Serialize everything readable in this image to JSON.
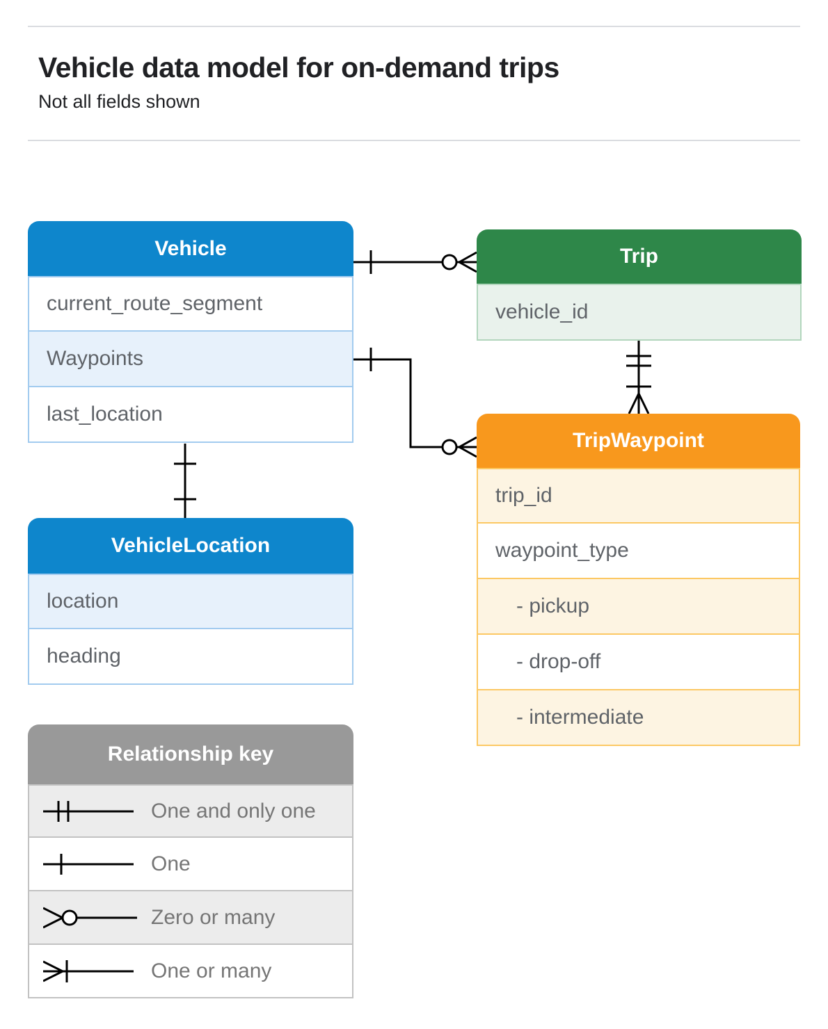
{
  "page": {
    "title": "Vehicle data model for on-demand trips",
    "subtitle": "Not all fields shown"
  },
  "entities": {
    "vehicle": {
      "title": "Vehicle",
      "fields": [
        "current_route_segment",
        "Waypoints",
        "last_location"
      ]
    },
    "trip": {
      "title": "Trip",
      "fields": [
        "vehicle_id"
      ]
    },
    "trip_waypoint": {
      "title": "TripWaypoint",
      "fields": [
        "trip_id",
        "waypoint_type",
        "- pickup",
        "- drop-off",
        "- intermediate"
      ]
    },
    "vehicle_location": {
      "title": "VehicleLocation",
      "fields": [
        "location",
        "heading"
      ]
    }
  },
  "legend": {
    "title": "Relationship key",
    "items": [
      {
        "symbol": "one-and-only-one",
        "label": "One and only one"
      },
      {
        "symbol": "one",
        "label": "One"
      },
      {
        "symbol": "zero-or-many",
        "label": "Zero or many"
      },
      {
        "symbol": "one-or-many",
        "label": "One or many"
      }
    ]
  },
  "relationships": [
    {
      "from": "Vehicle",
      "to": "Trip",
      "from_cardinality": "one",
      "to_cardinality": "zero-or-many"
    },
    {
      "from": "Vehicle.Waypoints",
      "to": "TripWaypoint",
      "from_cardinality": "one",
      "to_cardinality": "zero-or-many"
    },
    {
      "from": "Trip",
      "to": "TripWaypoint",
      "from_cardinality": "one-and-only-one",
      "to_cardinality": "one-or-many"
    },
    {
      "from": "Vehicle",
      "to": "VehicleLocation",
      "from_cardinality": "one",
      "to_cardinality": "one"
    }
  ],
  "colors": {
    "blue_header": "#0e86cc",
    "blue_row_tint": "#e7f1fb",
    "blue_border": "#a2cbef",
    "green_header": "#2e8749",
    "green_row_tint": "#e9f2ec",
    "green_border": "#b2d6bd",
    "orange_header": "#f8981d",
    "orange_row_tint": "#fdf4e2",
    "orange_border": "#fcc863",
    "gray_header": "#999999",
    "gray_row_tint": "#ececec",
    "row_text": "#5f6368"
  }
}
